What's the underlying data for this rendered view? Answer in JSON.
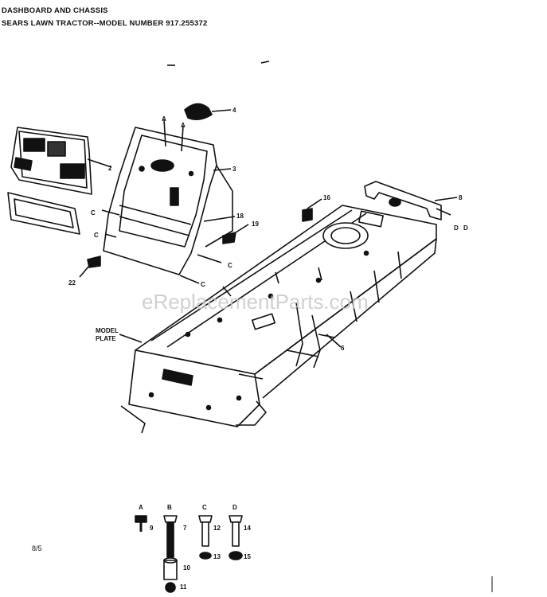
{
  "header": {
    "line1": "DASHBOARD AND CHASSIS",
    "line2": "SEARS LAWN TRACTOR--MODEL NUMBER 917.255372"
  },
  "callouts": {
    "c2": "2",
    "c3": "3",
    "c4": "4",
    "c6": "6",
    "c8": "8",
    "c16": "16",
    "c18": "18",
    "c19": "19",
    "c22": "22",
    "c7": "7",
    "c9": "9",
    "c10": "10",
    "c11": "11",
    "c12": "12",
    "c13": "13",
    "c14": "14",
    "c15": "15"
  },
  "model_plate": {
    "line1": "MODEL",
    "line2": "PLATE"
  },
  "hardware_letters": {
    "a": "A",
    "b": "B",
    "c": "C",
    "d": "D"
  },
  "assembly_marks": {
    "a1": "A",
    "a2": "A",
    "c1": "C",
    "c2": "C",
    "c3": "C",
    "c4": "C",
    "d1": "D",
    "d2": "D"
  },
  "watermark": "eReplacementParts.com",
  "page_number": "8/5"
}
